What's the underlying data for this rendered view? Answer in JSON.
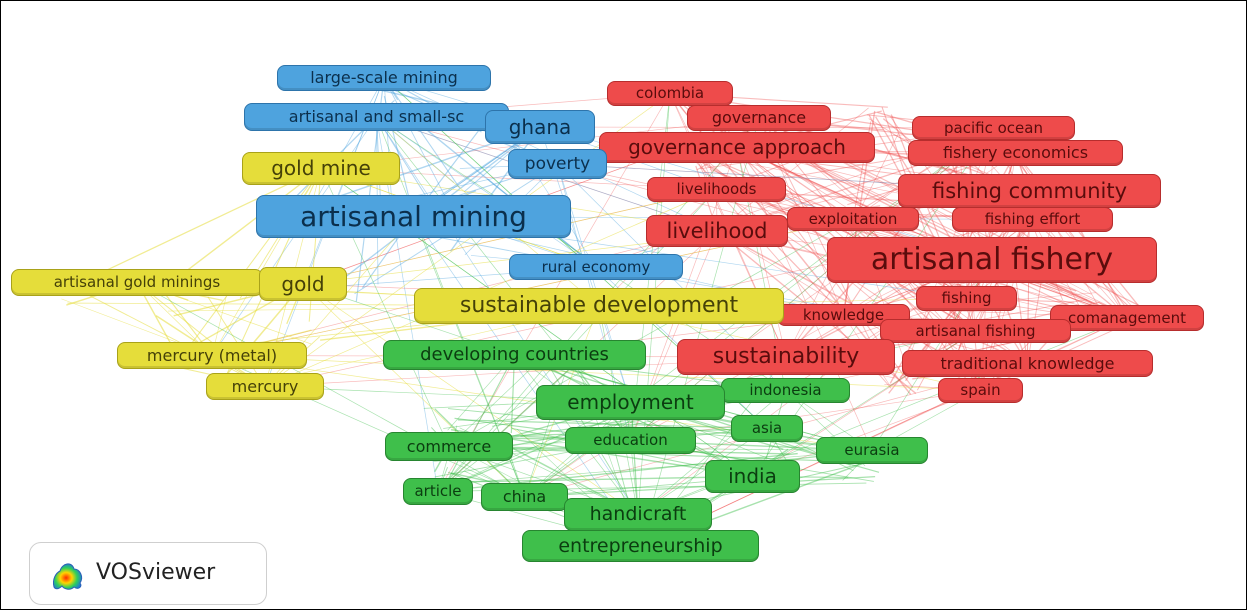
{
  "colors": {
    "red": "#ee4b4b",
    "blue": "#4ea3de",
    "yellow": "#e5dd3a",
    "green": "#3fbf4b"
  },
  "clusters": [
    {
      "color": "red",
      "name": ""
    },
    {
      "color": "blue",
      "name": ""
    },
    {
      "color": "yellow",
      "name": ""
    },
    {
      "color": "green",
      "name": ""
    }
  ],
  "nodes": [
    {
      "id": "colombia",
      "label": "colombia",
      "cluster": "red"
    },
    {
      "id": "governance",
      "label": "governance",
      "cluster": "red"
    },
    {
      "id": "pacific-ocean",
      "label": "pacific ocean",
      "cluster": "red"
    },
    {
      "id": "governance-approach",
      "label": "governance approach",
      "cluster": "red"
    },
    {
      "id": "fishery-economics",
      "label": "fishery economics",
      "cluster": "red"
    },
    {
      "id": "livelihoods",
      "label": "livelihoods",
      "cluster": "red"
    },
    {
      "id": "fishing-community",
      "label": "fishing community",
      "cluster": "red"
    },
    {
      "id": "exploitation",
      "label": "exploitation",
      "cluster": "red"
    },
    {
      "id": "fishing-effort",
      "label": "fishing effort",
      "cluster": "red"
    },
    {
      "id": "livelihood",
      "label": "livelihood",
      "cluster": "red"
    },
    {
      "id": "artisanal-fishery",
      "label": "artisanal fishery",
      "cluster": "red"
    },
    {
      "id": "fishing",
      "label": "fishing",
      "cluster": "red"
    },
    {
      "id": "knowledge",
      "label": "knowledge",
      "cluster": "red"
    },
    {
      "id": "comanagement",
      "label": "comanagement",
      "cluster": "red"
    },
    {
      "id": "artisanal-fishing",
      "label": "artisanal fishing",
      "cluster": "red"
    },
    {
      "id": "sustainability",
      "label": "sustainability",
      "cluster": "red"
    },
    {
      "id": "traditional-knowledge",
      "label": "traditional knowledge",
      "cluster": "red"
    },
    {
      "id": "spain",
      "label": "spain",
      "cluster": "red"
    },
    {
      "id": "large-scale-mining",
      "label": "large-scale mining",
      "cluster": "blue"
    },
    {
      "id": "artisanal-and-small-scale",
      "label": "artisanal and small-sc",
      "cluster": "blue"
    },
    {
      "id": "ghana",
      "label": "ghana",
      "cluster": "blue"
    },
    {
      "id": "poverty",
      "label": "poverty",
      "cluster": "blue"
    },
    {
      "id": "artisanal-mining",
      "label": "artisanal mining",
      "cluster": "blue"
    },
    {
      "id": "rural-economy",
      "label": "rural economy",
      "cluster": "blue"
    },
    {
      "id": "gold-mine",
      "label": "gold mine",
      "cluster": "yellow"
    },
    {
      "id": "artisanal-gold-minings",
      "label": "artisanal gold minings",
      "cluster": "yellow"
    },
    {
      "id": "gold",
      "label": "gold",
      "cluster": "yellow"
    },
    {
      "id": "sustainable-development",
      "label": "sustainable development",
      "cluster": "yellow"
    },
    {
      "id": "mercury-metal",
      "label": "mercury (metal)",
      "cluster": "yellow"
    },
    {
      "id": "mercury",
      "label": "mercury",
      "cluster": "yellow"
    },
    {
      "id": "developing-countries",
      "label": "developing countries",
      "cluster": "green"
    },
    {
      "id": "indonesia",
      "label": "indonesia",
      "cluster": "green"
    },
    {
      "id": "employment",
      "label": "employment",
      "cluster": "green"
    },
    {
      "id": "asia",
      "label": "asia",
      "cluster": "green"
    },
    {
      "id": "commerce",
      "label": "commerce",
      "cluster": "green"
    },
    {
      "id": "education",
      "label": "education",
      "cluster": "green"
    },
    {
      "id": "eurasia",
      "label": "eurasia",
      "cluster": "green"
    },
    {
      "id": "india",
      "label": "india",
      "cluster": "green"
    },
    {
      "id": "article",
      "label": "article",
      "cluster": "green"
    },
    {
      "id": "china",
      "label": "china",
      "cluster": "green"
    },
    {
      "id": "handicraft",
      "label": "handicraft",
      "cluster": "green"
    },
    {
      "id": "entrepreneurship",
      "label": "entrepreneurship",
      "cluster": "green"
    }
  ],
  "badge": {
    "text": "VOSviewer",
    "icon": "vosviewer-logo-icon"
  }
}
